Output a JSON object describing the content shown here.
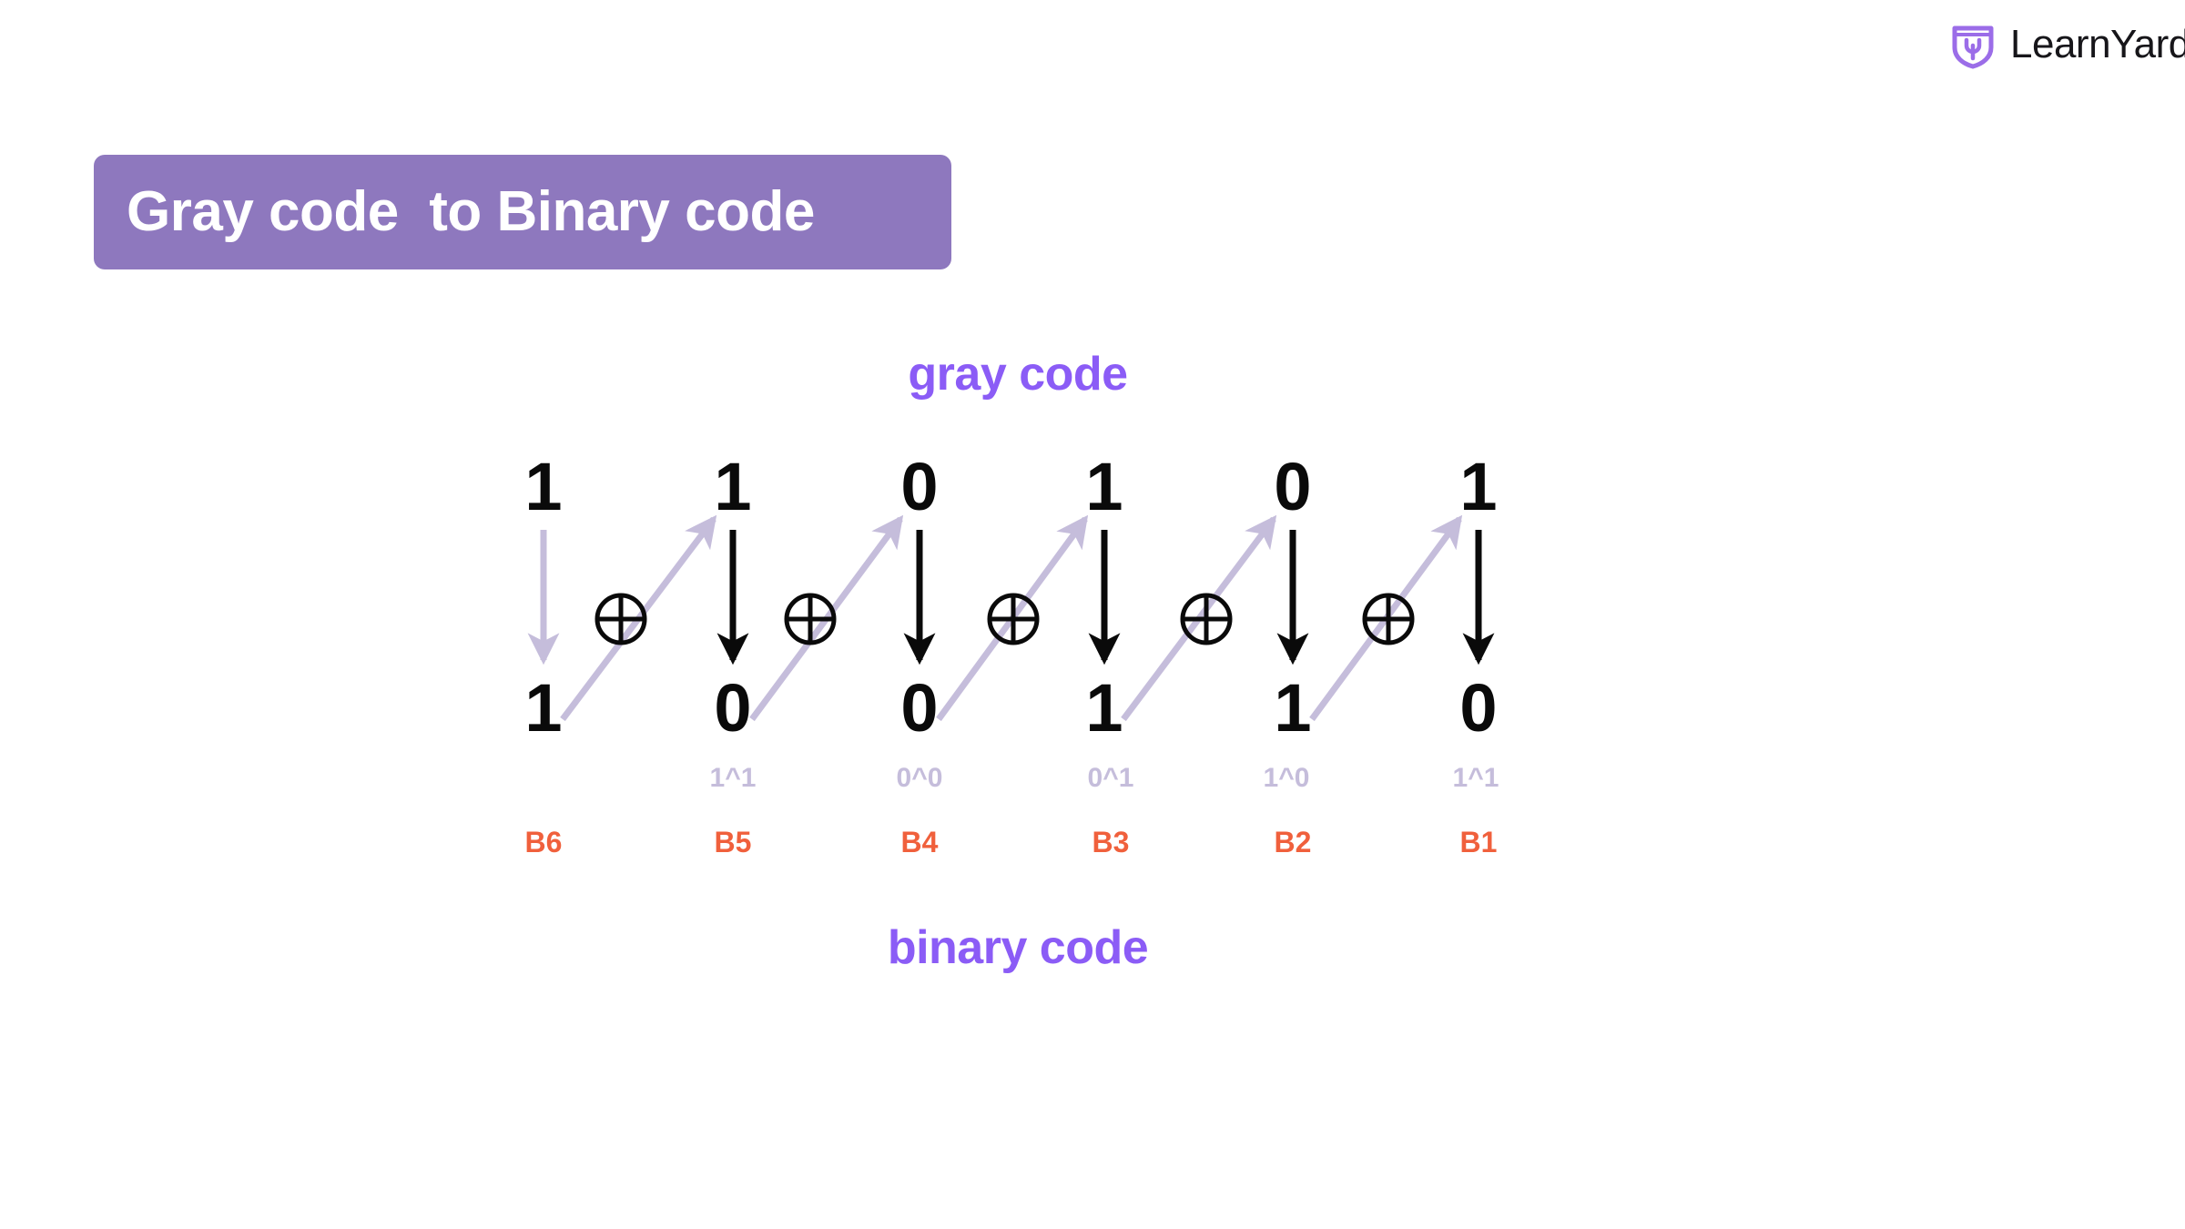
{
  "brand": {
    "name": "LearnYard",
    "logo_icon": "learnyard-shield-icon",
    "logo_color": "#9B6DE8"
  },
  "title_banner": {
    "text": "Gray code  to Binary code",
    "background_color": "#8E78BE",
    "text_color": "#FFFFFF"
  },
  "diagram": {
    "top_label": "gray code",
    "bottom_label": "binary code",
    "label_color": "#8B5CF6",
    "digit_color": "#0A0A0A",
    "bit_label_color": "#F0603C",
    "xor_expr_color": "#C5BDDB",
    "diagonal_arrow_color": "#C5BDDB",
    "vertical_arrow_color": "#0A0A0A",
    "first_vertical_arrow_color": "#C5BDDB",
    "xor_symbol": "xor-circle-plus-icon",
    "columns": [
      {
        "gray": "1",
        "binary": "1",
        "xor_expr": "",
        "bit_label": "B6"
      },
      {
        "gray": "1",
        "binary": "0",
        "xor_expr": "1^1",
        "bit_label": "B5"
      },
      {
        "gray": "0",
        "binary": "0",
        "xor_expr": "0^0",
        "bit_label": "B4"
      },
      {
        "gray": "1",
        "binary": "1",
        "xor_expr": "0^1",
        "bit_label": "B3"
      },
      {
        "gray": "0",
        "binary": "1",
        "xor_expr": "1^0",
        "bit_label": "B2"
      },
      {
        "gray": "1",
        "binary": "0",
        "xor_expr": "1^1",
        "bit_label": "B1"
      }
    ]
  },
  "chart_data": {
    "type": "diagram",
    "title": "Gray code  to Binary code",
    "series": [
      {
        "name": "gray code",
        "values": [
          "1",
          "1",
          "0",
          "1",
          "0",
          "1"
        ]
      },
      {
        "name": "binary code",
        "values": [
          "1",
          "0",
          "0",
          "1",
          "1",
          "0"
        ]
      }
    ],
    "categories": [
      "B6",
      "B5",
      "B4",
      "B3",
      "B2",
      "B1"
    ],
    "annotations": [
      "",
      "1^1",
      "0^0",
      "0^1",
      "1^0",
      "1^1"
    ]
  }
}
